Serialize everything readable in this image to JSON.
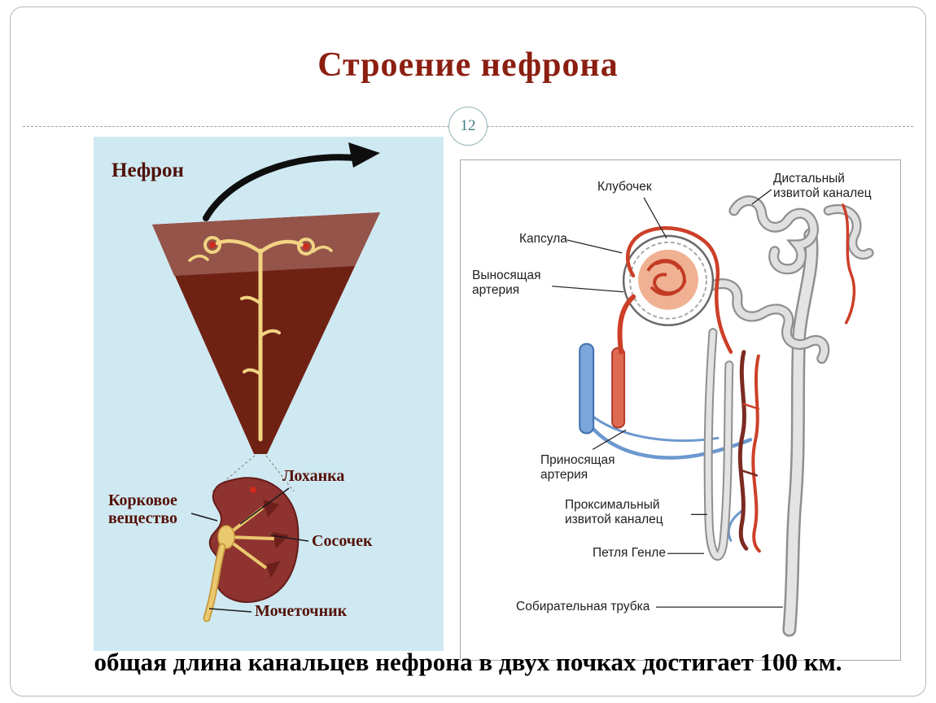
{
  "slide": {
    "title": "Строение нефрона",
    "page_number": "12",
    "footer": "общая длина канальцев нефрона в двух почках достигает 100 км."
  },
  "kidney_figure": {
    "title": "Нефрон",
    "labels": {
      "pelvis": "Лоханка",
      "cortex": "Корковое вещество",
      "papilla": "Сосочек",
      "ureter": "Мочеточник"
    }
  },
  "nephron_diagram": {
    "labels": {
      "glomerulus": "Клубочек",
      "distal_tubule": "Дистальный извитой каналец",
      "capsule": "Капсула",
      "efferent_artery": "Выносящая артерия",
      "afferent_artery": "Приносящая артерия",
      "proximal_tubule": "Проксимальный извитой каналец",
      "henle_loop": "Петля Генле",
      "collecting_duct": "Собирательная трубка"
    }
  },
  "icons": {
    "magnify_arrow": "curved-black-arrow"
  },
  "colors": {
    "title_color": "#8b1f12",
    "badge_color": "#3f7e87",
    "panel_blue": "#cfe9f2",
    "label_maroon": "#551108",
    "kidney_red": "#8e3330",
    "cone_dark": "#6f2114",
    "tubule_yellow": "#f2d382",
    "ureter_yellow": "#eac86e",
    "artery_red": "#cd3f28",
    "vein_blue": "#7aa6dc",
    "tubule_gray": "#e0e0e0"
  }
}
